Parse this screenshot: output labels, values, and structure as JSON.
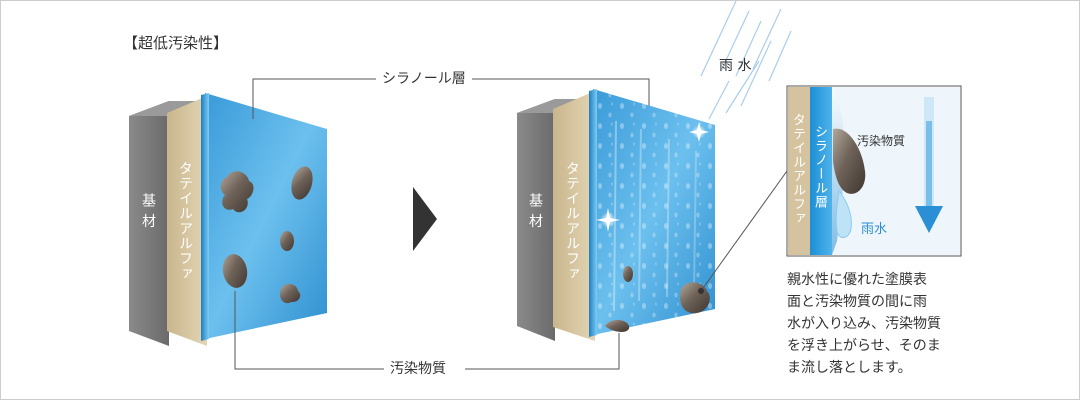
{
  "heading": "【超低汚染性】",
  "labels": {
    "silanol_layer": "シラノール層",
    "pollutant": "汚染物質",
    "rain": "雨 水",
    "substrate": "基 材",
    "tile_alpha": "タテイルアルファ"
  },
  "detail": {
    "tile_alpha": "タテイルアルファ",
    "silanol_layer": "シラノール層",
    "pollutant": "汚染物質",
    "rain": "雨水"
  },
  "description": "親水性に優れた塗膜表\n面と汚染物質の間に雨\n水が入り込み、汚染物質\nを浮き上がらせ、そのま\nま流し落とします。",
  "colors": {
    "substrate": "#7d7d7d",
    "tile": "#d4c39e",
    "glass": "#4aa5dc",
    "stain": "#6b5f55",
    "arrow": "#333333"
  }
}
